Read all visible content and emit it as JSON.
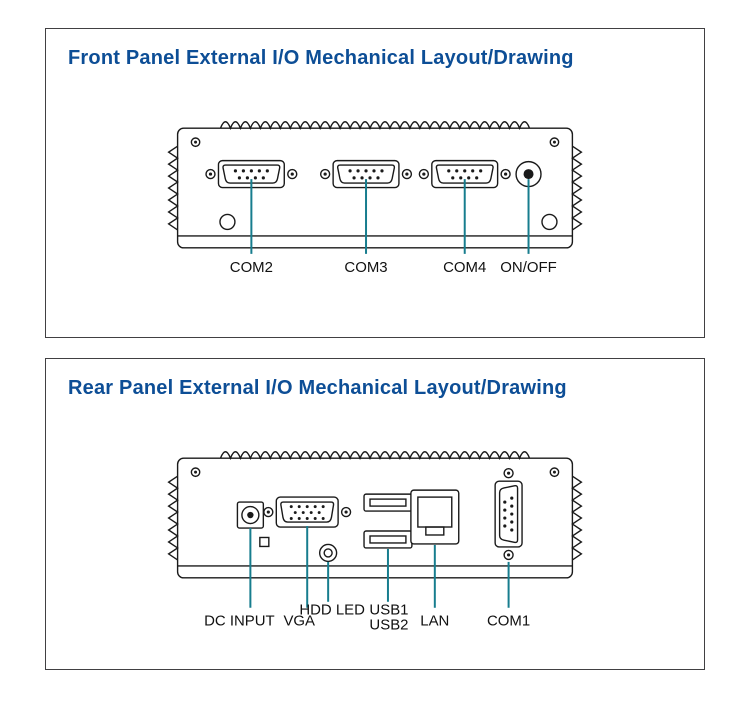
{
  "front_panel": {
    "title": "Front Panel External I/O Mechanical Layout/Drawing",
    "labels": {
      "com2": "COM2",
      "com3": "COM3",
      "com4": "COM4",
      "on_off": "ON/OFF"
    }
  },
  "rear_panel": {
    "title": "Rear Panel External I/O Mechanical Layout/Drawing",
    "labels": {
      "dc_input": "DC INPUT",
      "vga": "VGA",
      "hdd_led": "HDD LED",
      "usb1": "USB1",
      "usb2": "USB2",
      "lan": "LAN",
      "com1": "COM1"
    }
  },
  "colors": {
    "title_blue": "#0d4e96",
    "leader_teal": "#177d8e",
    "line_dark": "#1a1a1a",
    "border_gray": "#414042",
    "background": "#ffffff"
  }
}
